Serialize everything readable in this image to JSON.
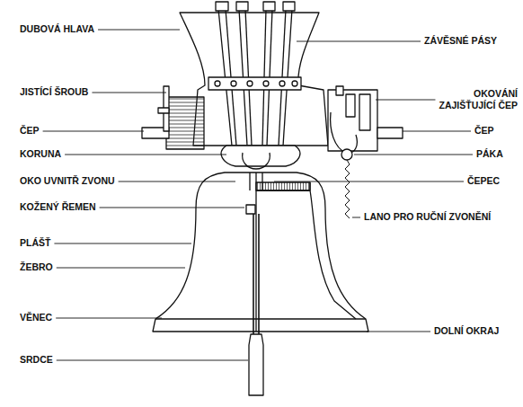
{
  "diagram": {
    "labels": [
      "DUBOVÁ HLAVA",
      "ZÁVĚSNÉ PÁSY",
      "JISTÍCÍ ŠROUB",
      "OKOVÁNÍ ZAJIŠŤUJÍCÍ ČEP",
      "ČEP",
      "ČEP",
      "KORUNA",
      "PÁKA",
      "OKO UVNITŘ ZVONU",
      "ČEPEC",
      "KOŽENÝ ŘEMEN",
      "LANO PRO RUČNÍ ZVONĚNÍ",
      "PLÁŠŤ",
      "ŽEBRO",
      "VĚNEC",
      "DOLNÍ OKRAJ",
      "SRDCE"
    ]
  }
}
